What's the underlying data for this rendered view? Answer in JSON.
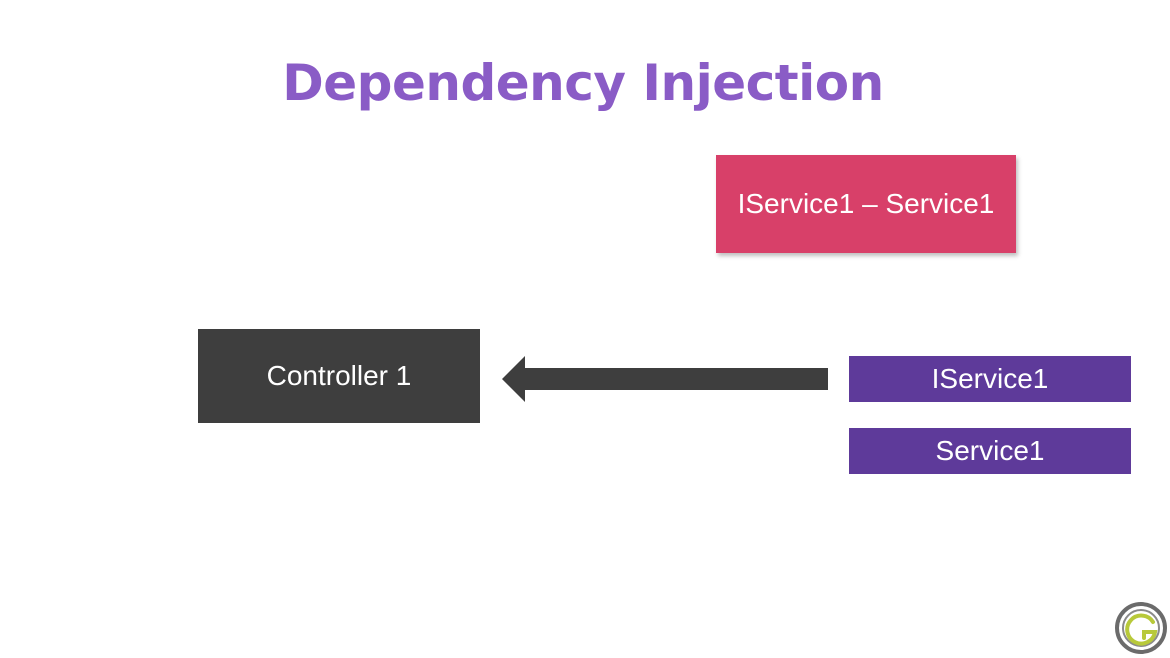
{
  "slide": {
    "title": "Dependency Injection"
  },
  "diagram": {
    "registration_label": "IService1 – Service1",
    "controller_label": "Controller 1",
    "interface_label": "IService1",
    "implementation_label": "Service1"
  },
  "colors": {
    "title": "#8a5cc6",
    "registration_box": "#d84069",
    "controller_box": "#3e3e3e",
    "service_boxes": "#5e3a9a",
    "arrow": "#3e3e3e"
  },
  "icons": {
    "logo": "brand-logo-icon",
    "arrow": "arrow-left-icon"
  }
}
